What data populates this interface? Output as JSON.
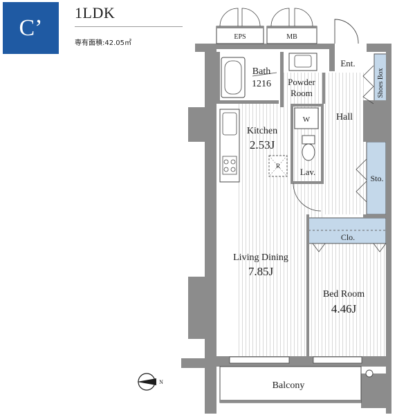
{
  "header": {
    "badge": "C’",
    "plan_type": "1LDK",
    "area_label": "専有面積",
    "area_sep": ":",
    "area_value": "42.05㎡"
  },
  "rooms": {
    "eps": "EPS",
    "mb": "MB",
    "ent": "Ent.",
    "shoes_box": "Shoes Box",
    "bath": "Bath",
    "bath_size": "1216",
    "powder_line1": "Powder",
    "powder_line2": "Room",
    "washer": "W",
    "hall": "Hall",
    "kitchen": "Kitchen",
    "kitchen_size": "2.53J",
    "fridge": "R",
    "lav": "Lav.",
    "storage": "Sto.",
    "closet": "Clo.",
    "living": "Living Dining",
    "living_size": "7.85J",
    "bedroom": "Bed Room",
    "bedroom_size": "4.46J",
    "balcony": "Balcony",
    "compass": "N"
  },
  "colors": {
    "badge": "#1f5aa3",
    "wall": "#8c8c8c",
    "storage": "#c4d8ea",
    "floor_lines": "#c9c9c9"
  }
}
